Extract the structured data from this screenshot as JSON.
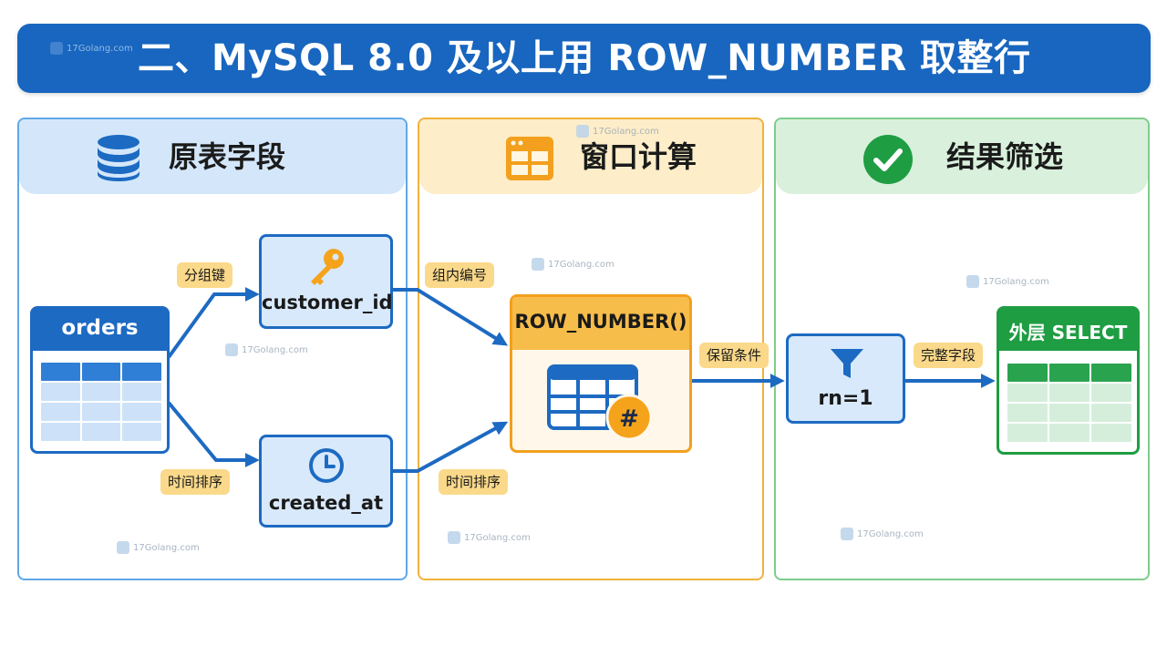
{
  "banner": {
    "title": "二、MySQL 8.0 及以上用 ROW_NUMBER 取整行"
  },
  "watermark": {
    "text": "17Golang.com"
  },
  "panels": [
    {
      "title": "原表字段",
      "icon": "database-icon",
      "accent": "#1d6ac2"
    },
    {
      "title": "窗口计算",
      "icon": "window-grid-icon",
      "accent": "#f2a01d"
    },
    {
      "title": "结果筛选",
      "icon": "check-circle-icon",
      "accent": "#1f9d43"
    }
  ],
  "nodes": {
    "orders": "orders",
    "customer_id": "customer_id",
    "created_at": "created_at",
    "row_number": "ROW_NUMBER()",
    "rn": "rn=1",
    "outer_select": "外层 SELECT"
  },
  "tags": {
    "partition_key": "分组键",
    "time_order_1": "时间排序",
    "group_number": "组内编号",
    "time_order_2": "时间排序",
    "keep_condition": "保留条件",
    "full_fields": "完整字段"
  },
  "colors": {
    "banner": "#1866bf",
    "blue": "#1d6ac2",
    "orange": "#f2a01d",
    "green": "#1f9d43",
    "tag": "#fbd98a"
  }
}
